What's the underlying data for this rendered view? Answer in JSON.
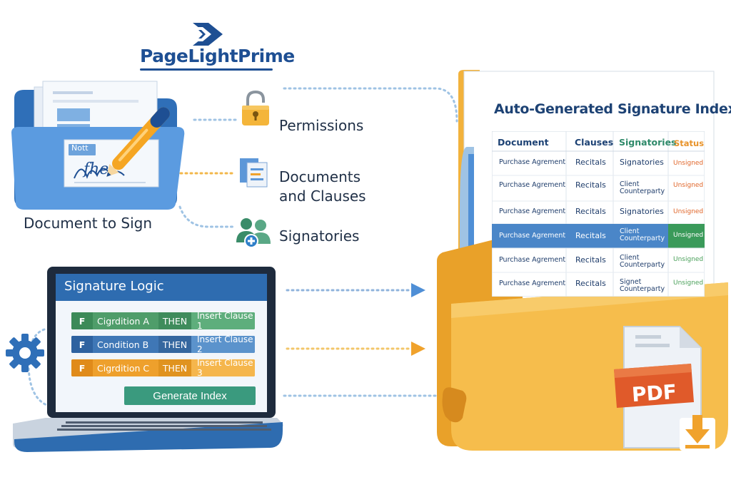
{
  "brand": {
    "name": "PageLightPrime"
  },
  "document": {
    "label": "Document to Sign",
    "tag": "Nott",
    "signature": "fhe"
  },
  "features": [
    {
      "label_lines": [
        "Permissions"
      ],
      "icon": "lock-icon"
    },
    {
      "label_lines": [
        "Documents",
        "and Clauses"
      ],
      "icon": "documents-icon"
    },
    {
      "label_lines": [
        "Signatories"
      ],
      "icon": "signatories-icon"
    }
  ],
  "logic": {
    "title": "Signature Logic",
    "rows": [
      {
        "flag": "F",
        "condition": "Cigrdition A",
        "then": "THEN",
        "action": "Insert Clause 1",
        "color": "#4f9d6a"
      },
      {
        "flag": "F",
        "condition": "Condition B",
        "then": "THEN",
        "action": "Insert Clause 2",
        "color": "#3f77b6"
      },
      {
        "flag": "F",
        "condition": "Cigrdition C",
        "then": "THEN",
        "action": "Insert Clause 3",
        "color": "#eea02c"
      }
    ],
    "button": "Generate Index"
  },
  "index": {
    "title": "Auto-Generated Signature Index",
    "headers": {
      "document": "Document",
      "clauses": "Clauses",
      "signatories": "Signatories",
      "status": "Status"
    },
    "rows": [
      {
        "document": "Purchase Agrement",
        "clause": "Recitals",
        "signatories": [
          "Signatories"
        ],
        "status": "Unsigned",
        "status_color": "#e0662a",
        "highlight": false
      },
      {
        "document": "Purchase Agrement",
        "clause": "Recitals",
        "signatories": [
          "Client",
          "Counterparty"
        ],
        "status": "Unsigned",
        "status_color": "#e0662a",
        "highlight": false
      },
      {
        "document": "Purchase Agrement",
        "clause": "Recitals",
        "signatories": [
          "Signatories"
        ],
        "status": "Unsigned",
        "status_color": "#e0662a",
        "highlight": false
      },
      {
        "document": "Purchase Agrement",
        "clause": "Recitals",
        "signatories": [
          "Client",
          "Counterparty"
        ],
        "status": "Unsigned",
        "status_color": "#ffffff",
        "highlight": true
      },
      {
        "document": "Purchase Agrement",
        "clause": "Recitals",
        "signatories": [
          "Client",
          "Counterparty"
        ],
        "status": "Unsigned",
        "status_color": "#4aa05a",
        "highlight": false
      },
      {
        "document": "Purchase Agrement",
        "clause": "Recitals",
        "signatories": [
          "Signet",
          "Counterparty"
        ],
        "status": "Unsigned",
        "status_color": "#4aa05a",
        "highlight": false
      }
    ]
  },
  "export": {
    "label": "PDF"
  },
  "colors": {
    "brand_blue": "#1e4f93",
    "folder_orange": "#f2b23c",
    "header_green": "#2f8a6a",
    "header_orange": "#e8932a"
  }
}
